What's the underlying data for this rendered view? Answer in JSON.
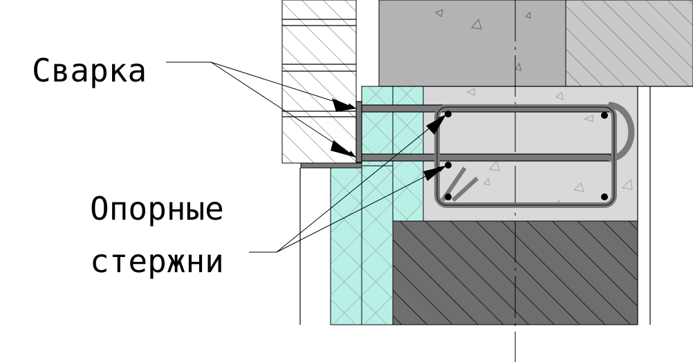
{
  "labels": {
    "welding": "Сварка",
    "support_bars_line1": "Опорные",
    "support_bars_line2": "стержни"
  },
  "colors": {
    "insulation": "#b8f0e6",
    "concrete_light": "#d9d9db",
    "concrete_medium": "#b3b3b3",
    "concrete_dark": "#6e6e6e",
    "rebar": "#7a7a7a"
  }
}
